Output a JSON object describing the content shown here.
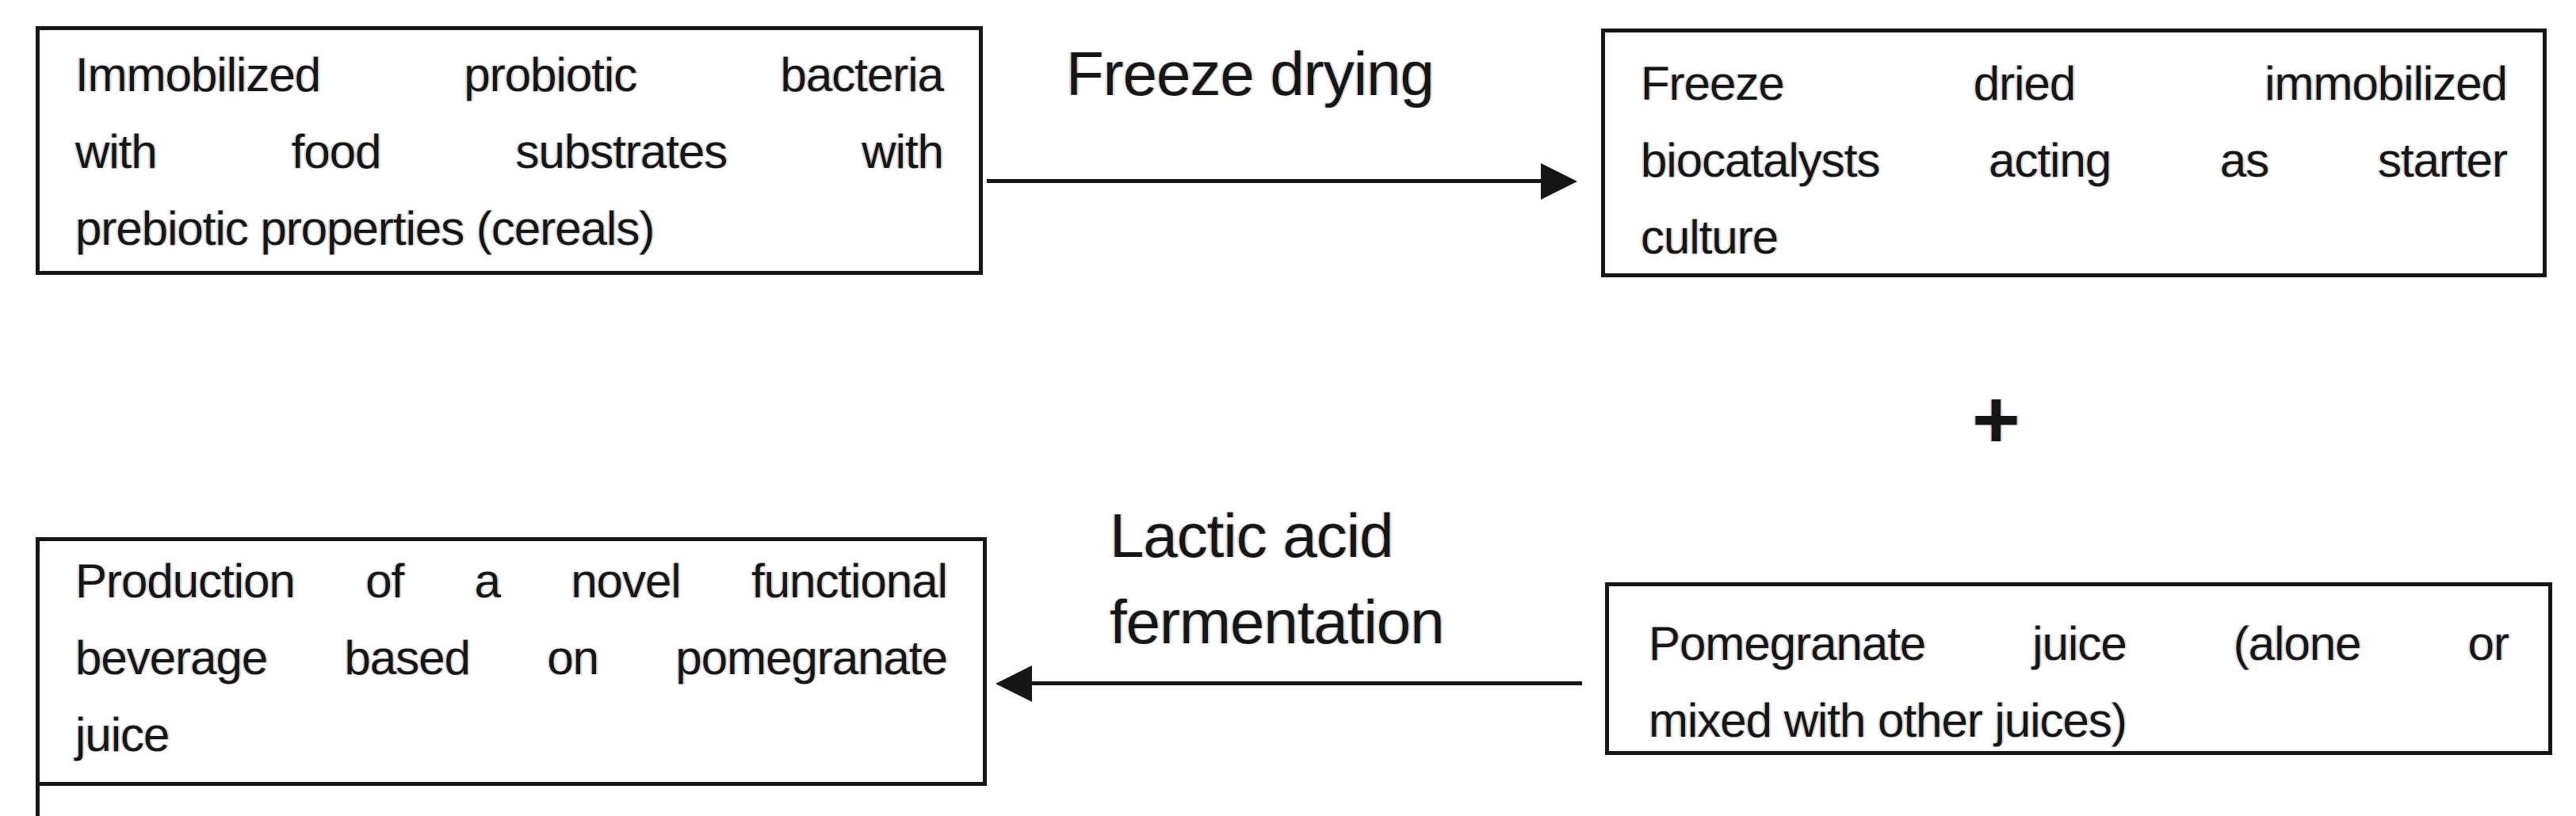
{
  "diagram": {
    "colors": {
      "background": "#ffffff",
      "ink": "#161616"
    },
    "boxes": [
      {
        "name": "immobilized-bacteria",
        "text": "Immobilized probiotic bacteria with food substrates with prebiotic properties (cereals)",
        "lines": [
          {
            "justify": true,
            "words": [
              "Immobilized",
              "probiotic",
              "bacteria"
            ]
          },
          {
            "justify": true,
            "words": [
              "with",
              "food",
              "substrates",
              "with"
            ]
          },
          {
            "justify": false,
            "words": [
              "prebiotic",
              "properties",
              "(cereals)"
            ]
          }
        ]
      },
      {
        "name": "freeze-dried-biocatalysts",
        "text": "Freeze dried immobilized biocatalysts acting as starter culture",
        "lines": [
          {
            "justify": true,
            "words": [
              "Freeze",
              "dried",
              "immobilized"
            ]
          },
          {
            "justify": true,
            "words": [
              "biocatalysts",
              "acting",
              "as",
              "starter"
            ]
          },
          {
            "justify": false,
            "words": [
              "culture"
            ]
          }
        ]
      },
      {
        "name": "pomegranate-juice",
        "text": "Pomegranate juice (alone or mixed with other juices)",
        "lines": [
          {
            "justify": true,
            "words": [
              "Pomegranate",
              "juice",
              "(alone",
              "or"
            ]
          },
          {
            "justify": false,
            "words": [
              "mixed",
              "with",
              "other",
              "juices)"
            ]
          }
        ]
      },
      {
        "name": "production-functional-beverage",
        "text": "Production of a novel functional beverage based on pomegranate juice",
        "lines": [
          {
            "justify": true,
            "words": [
              "Production",
              "of",
              "a",
              "novel",
              "functional"
            ]
          },
          {
            "justify": true,
            "words": [
              "beverage",
              "based",
              "on",
              "pomegranate"
            ]
          },
          {
            "justify": false,
            "words": [
              "juice"
            ]
          }
        ]
      }
    ],
    "labels": {
      "freeze_drying": "Freeze drying",
      "lactic_acid_line1": "Lactic acid",
      "lactic_acid_line2": "fermentation",
      "plus": "+"
    }
  }
}
